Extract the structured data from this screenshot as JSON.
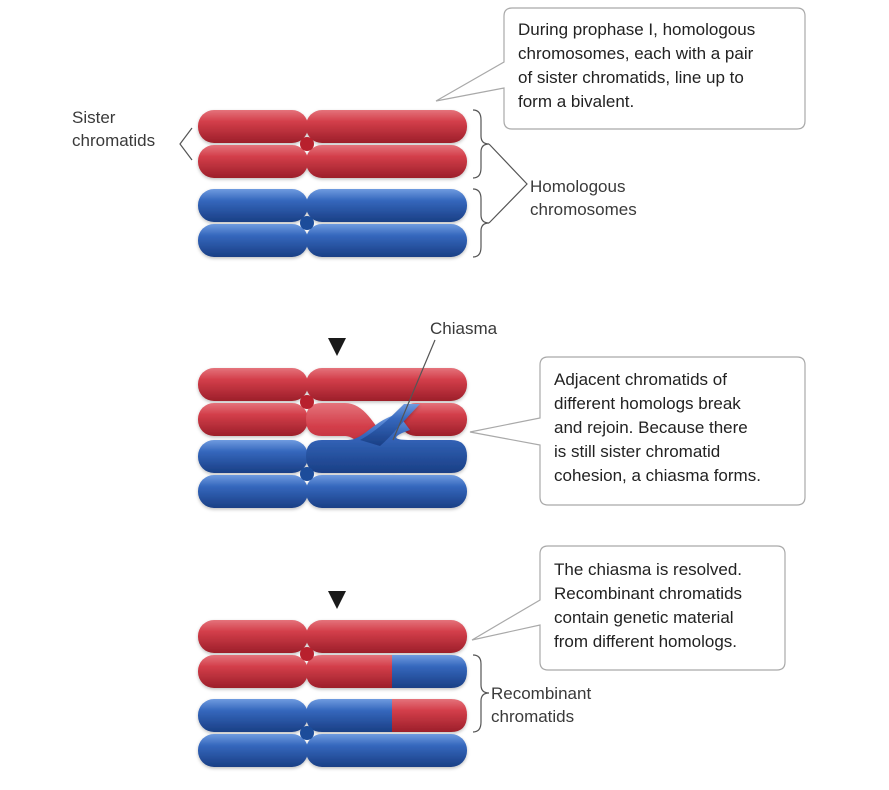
{
  "palette": {
    "maternal_red": "#cc3340",
    "paternal_blue": "#2e62b4",
    "centromere_red": "#b8202d",
    "centromere_blue": "#1c4c9a",
    "callout_border": "#a9a9a9",
    "line": "#555555",
    "arrowhead": "#1a1a1a"
  },
  "panel1": {
    "label_sister": [
      "Sister",
      "chromatids"
    ],
    "label_homologous": [
      "Homologous",
      "chromosomes"
    ],
    "callout": [
      "During prophase I, homologous",
      "chromosomes, each with a pair",
      "of sister chromatids, line up to",
      "form a bivalent."
    ]
  },
  "panel2": {
    "label_chiasma": "Chiasma",
    "arrowhead_icon": "down-arrowhead-icon",
    "callout": [
      "Adjacent chromatids of",
      "different homologs break",
      "and rejoin. Because there",
      "is still sister chromatid",
      "cohesion, a chiasma forms."
    ]
  },
  "panel3": {
    "label_recombinant": [
      "Recombinant",
      "chromatids"
    ],
    "arrowhead_icon": "down-arrowhead-icon",
    "callout": [
      "The chiasma is resolved.",
      "Recombinant chromatids",
      "contain genetic material",
      "from different homologs."
    ]
  }
}
